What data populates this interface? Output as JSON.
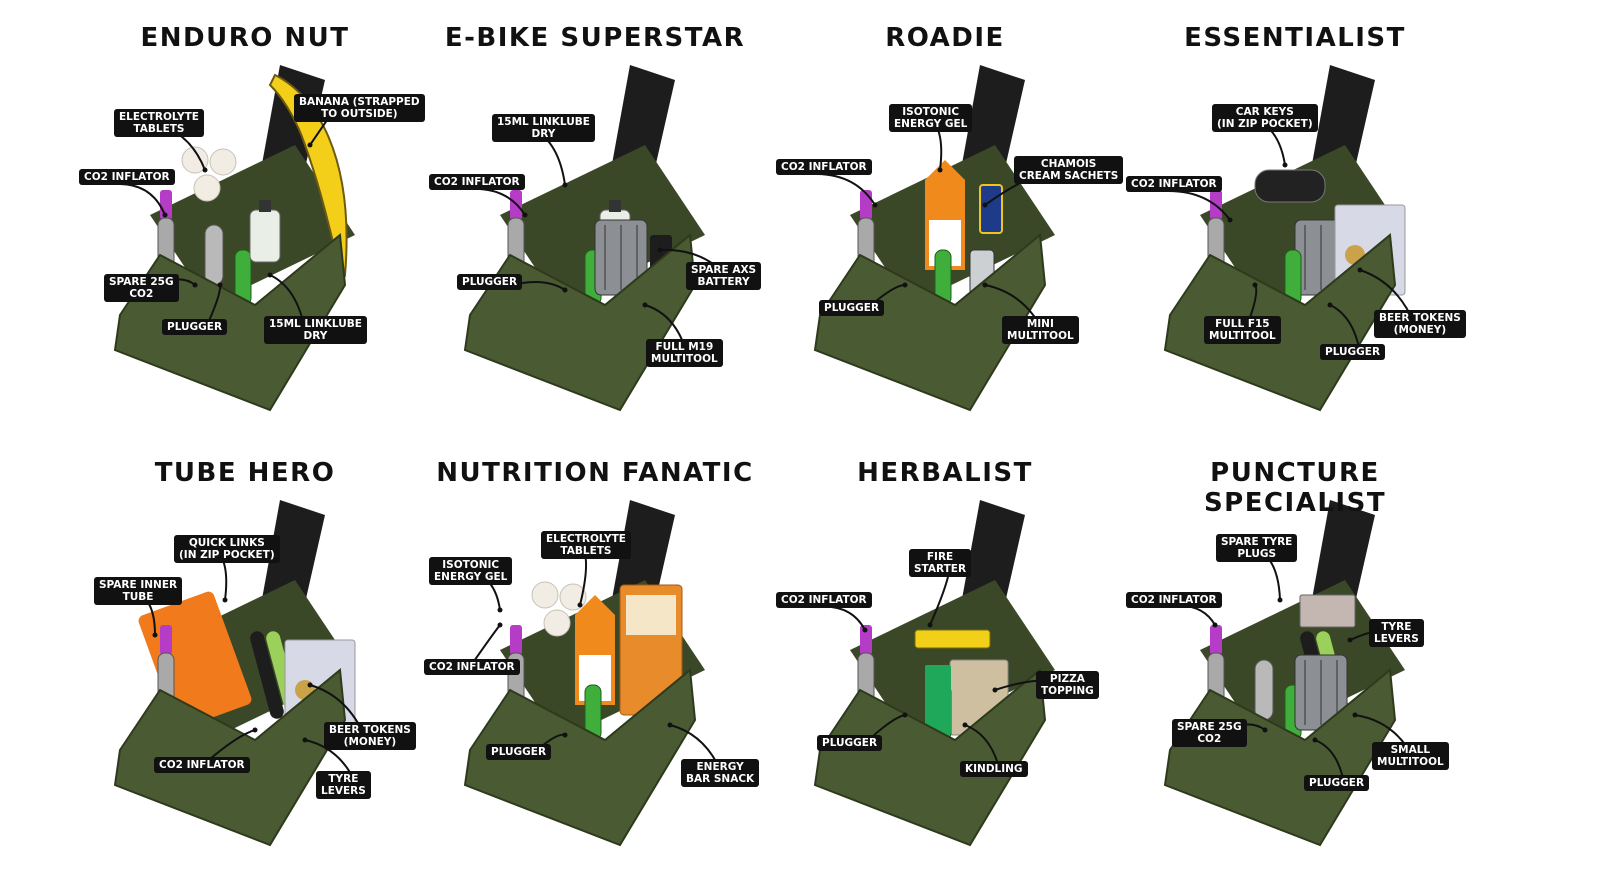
{
  "kits": [
    {
      "title": "ENDURO NUT",
      "callouts": [
        "ELECTROLYTE\nTABLETS",
        "BANANA (STRAPPED\nTO OUTSIDE)",
        "CO2 INFLATOR",
        "SPARE 25G\nCO2",
        "PLUGGER",
        "15ML LINKLUBE\nDRY"
      ],
      "items": [
        "banana",
        "electrolyte-tablets",
        "co2-inflator",
        "co2-cartridge",
        "plugger",
        "lube-bottle"
      ]
    },
    {
      "title": "E-BIKE SUPERSTAR",
      "callouts": [
        "15ML LINKLUBE\nDRY",
        "CO2 INFLATOR",
        "PLUGGER",
        "SPARE AXS\nBATTERY",
        "FULL M19\nMULTITOOL"
      ],
      "items": [
        "lube-bottle",
        "co2-inflator",
        "plugger",
        "multitool",
        "axs-battery"
      ]
    },
    {
      "title": "ROADIE",
      "callouts": [
        "ISOTONIC\nENERGY GEL",
        "CO2 INFLATOR",
        "CHAMOIS\nCREAM SACHETS",
        "PLUGGER",
        "MINI\nMULTITOOL"
      ],
      "items": [
        "energy-gel",
        "co2-inflator",
        "chamois-sachet",
        "plugger",
        "mini-multitool"
      ]
    },
    {
      "title": "ESSENTIALIST",
      "callouts": [
        "CAR KEYS\n(IN ZIP POCKET)",
        "CO2 INFLATOR",
        "FULL F15\nMULTITOOL",
        "PLUGGER",
        "BEER TOKENS\n(MONEY)"
      ],
      "items": [
        "car-keys",
        "co2-inflator",
        "multitool",
        "plugger",
        "money"
      ]
    },
    {
      "title": "TUBE HERO",
      "callouts": [
        "QUICK LINKS\n(IN ZIP POCKET)",
        "SPARE INNER\nTUBE",
        "BEER TOKENS\n(MONEY)",
        "CO2 INFLATOR",
        "TYRE\nLEVERS"
      ],
      "items": [
        "inner-tube",
        "co2-inflator",
        "tyre-levers",
        "money"
      ]
    },
    {
      "title": "NUTRITION FANATIC",
      "callouts": [
        "ISOTONIC\nENERGY GEL",
        "ELECTROLYTE\nTABLETS",
        "CO2 INFLATOR",
        "PLUGGER",
        "ENERGY\nBAR SNACK"
      ],
      "items": [
        "energy-gel",
        "electrolyte-tablets",
        "co2-inflator",
        "plugger",
        "energy-bar"
      ]
    },
    {
      "title": "HERBALIST",
      "callouts": [
        "FIRE\nSTARTER",
        "CO2 INFLATOR",
        "PIZZA\nTOPPING",
        "PLUGGER",
        "KINDLING"
      ],
      "items": [
        "lighter",
        "co2-inflator",
        "herb-bag",
        "plugger",
        "papers"
      ]
    },
    {
      "title": "PUNCTURE SPECIALIST",
      "callouts": [
        "SPARE TYRE\nPLUGS",
        "CO2 INFLATOR",
        "TYRE\nLEVERS",
        "SPARE 25G\nCO2",
        "SMALL\nMULTITOOL",
        "PLUGGER"
      ],
      "items": [
        "tyre-plugs",
        "co2-inflator",
        "co2-cartridge",
        "plugger",
        "tyre-levers",
        "multitool"
      ]
    }
  ],
  "colors": {
    "pouch": "#4a5a32",
    "pouch_dark": "#3b4828",
    "strap": "#1d1d1d",
    "label_bg": "#111111",
    "label_text": "#ffffff"
  }
}
